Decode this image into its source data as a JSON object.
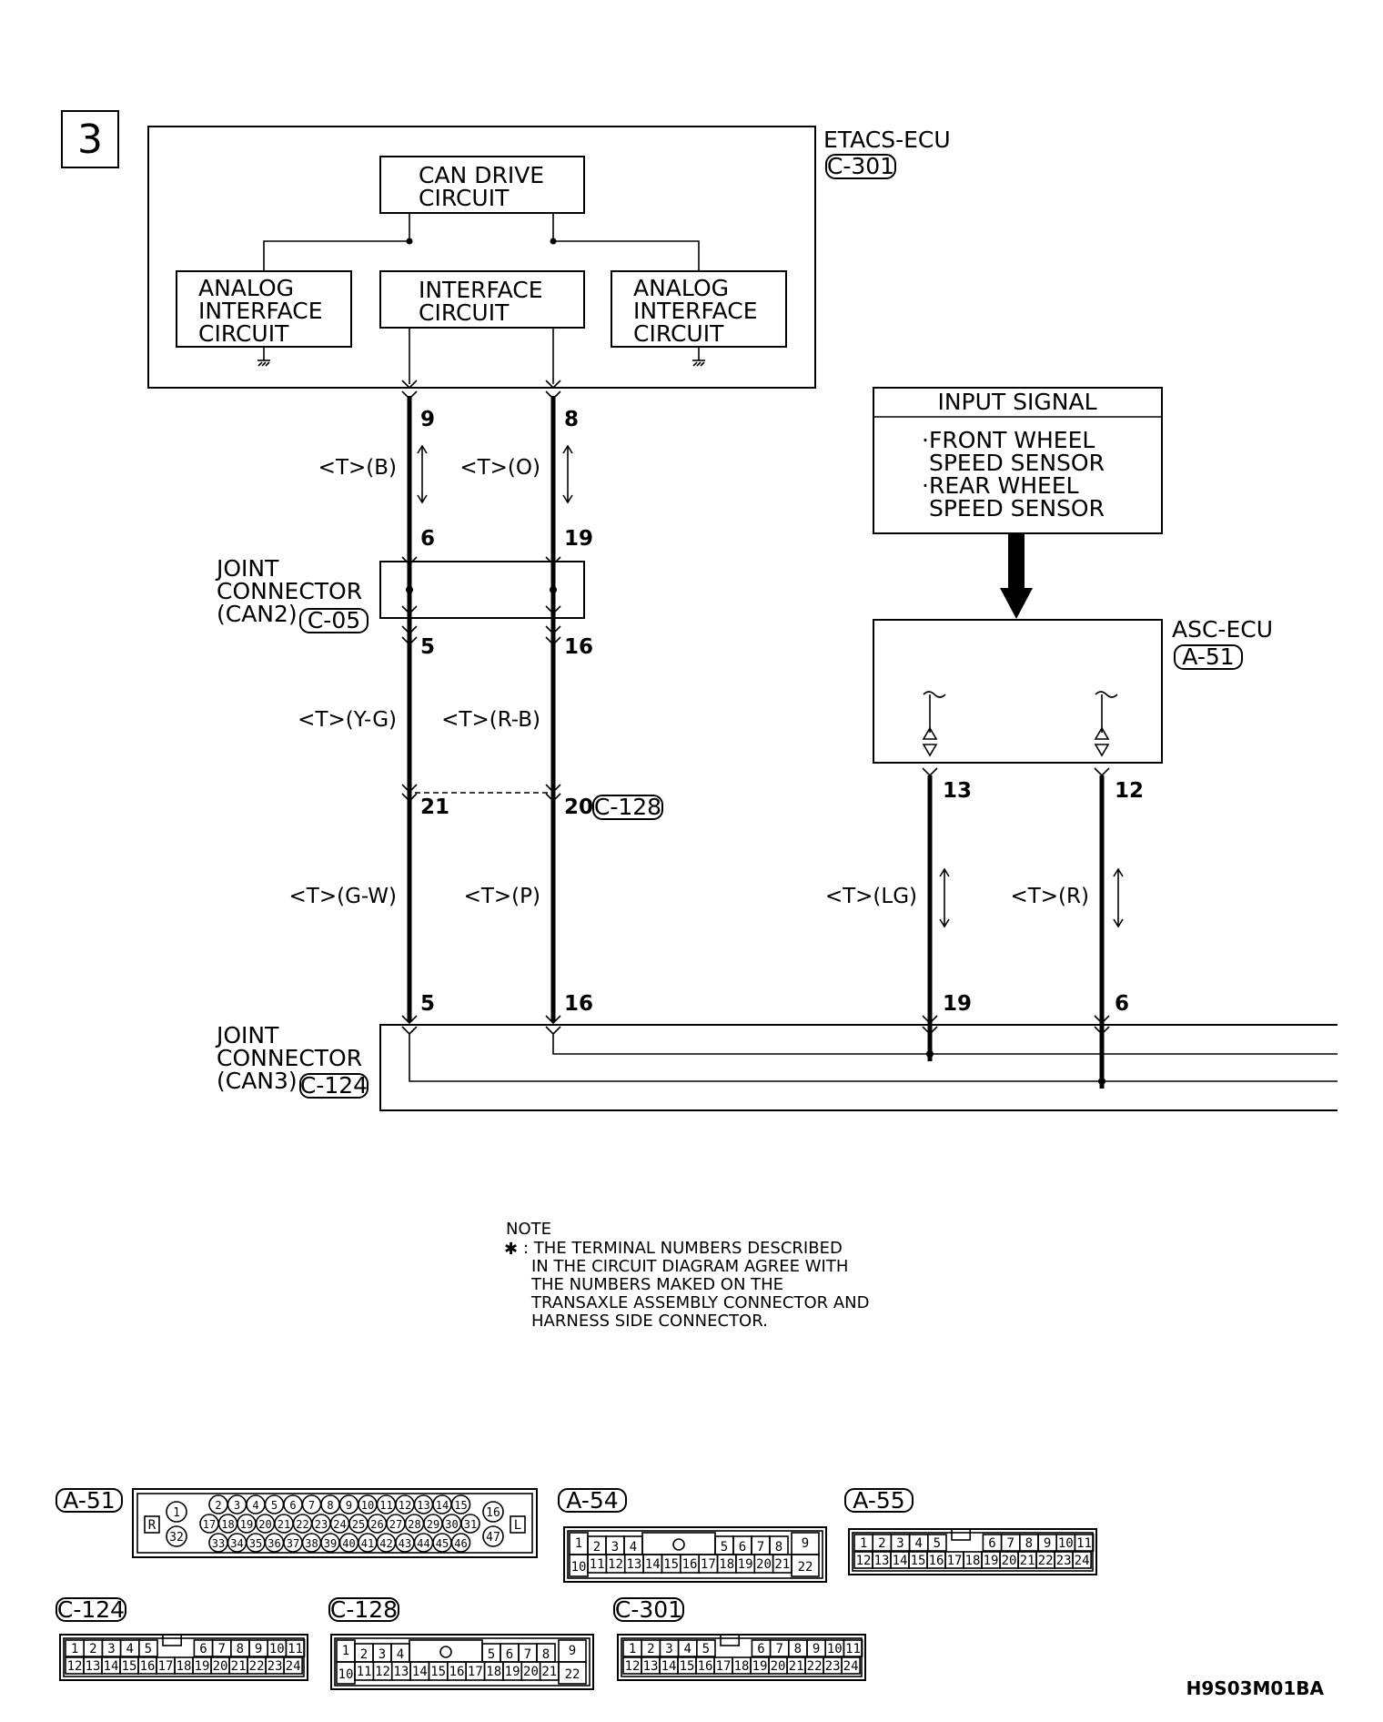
{
  "page_number": "3",
  "etacs": {
    "name": "ETACS-ECU",
    "connector": "C-301"
  },
  "blocks": {
    "can_drive": [
      "CAN DRIVE",
      "CIRCUIT"
    ],
    "analog_left": [
      "ANALOG",
      "INTERFACE",
      "CIRCUIT"
    ],
    "interface": [
      "INTERFACE",
      "CIRCUIT"
    ],
    "analog_right": [
      "ANALOG",
      "INTERFACE",
      "CIRCUIT"
    ]
  },
  "input_signal": {
    "title": "INPUT SIGNAL",
    "lines": [
      "·FRONT WHEEL",
      " SPEED SENSOR",
      "·REAR WHEEL",
      " SPEED SENSOR"
    ]
  },
  "asc": {
    "name": "ASC-ECU",
    "connector": "A-51"
  },
  "joint_can2": {
    "lines": [
      "JOINT",
      "CONNECTOR",
      "(CAN2)"
    ],
    "connector": "C-05"
  },
  "joint_can3": {
    "lines": [
      "JOINT",
      "CONNECTOR",
      "(CAN3)"
    ],
    "connector": "C-124"
  },
  "c128_label": "C-128",
  "pins": {
    "etacs_l": "9",
    "etacs_r": "8",
    "can2_top_l": "6",
    "can2_top_r": "19",
    "can2_bot_l": "5",
    "can2_bot_r": "16",
    "c128_l": "21",
    "c128_r": "20",
    "can3_l": "5",
    "can3_r": "16",
    "asc_l": "13",
    "asc_r": "12",
    "can3_asc_l": "19",
    "can3_asc_r": "6"
  },
  "wires": {
    "w1_l": "<T>(B)",
    "w1_r": "<T>(O)",
    "w2_l": "<T>(Y-G)",
    "w2_r": "<T>(R-B)",
    "w3_l": "<T>(G-W)",
    "w3_r": "<T>(P)",
    "w4_l": "<T>(LG)",
    "w4_r": "<T>(R)"
  },
  "note": {
    "title": "NOTE",
    "star": "✱",
    "lines": [
      ": THE TERMINAL NUMBERS DESCRIBED",
      "IN THE CIRCUIT DIAGRAM AGREE WITH",
      "THE NUMBERS MAKED ON THE",
      "TRANSAXLE ASSEMBLY CONNECTOR AND",
      "HARNESS SIDE CONNECTOR."
    ]
  },
  "connectors": {
    "a51": {
      "label": "A-51",
      "left_mark": "R",
      "right_mark": "L",
      "row1": [
        "2",
        "3",
        "4",
        "5",
        "6",
        "7",
        "8",
        "9",
        "10",
        "11",
        "12",
        "13",
        "14",
        "15"
      ],
      "row2": [
        "17",
        "18",
        "19",
        "20",
        "21",
        "22",
        "23",
        "24",
        "25",
        "26",
        "27",
        "28",
        "29",
        "30",
        "31"
      ],
      "row3": [
        "33",
        "34",
        "35",
        "36",
        "37",
        "38",
        "39",
        "40",
        "41",
        "42",
        "43",
        "44",
        "45",
        "46"
      ],
      "left_pins": [
        "1",
        "32"
      ],
      "right_pins": [
        "16",
        "47"
      ]
    },
    "a54": {
      "label": "A-54",
      "row1": [
        "1",
        "2",
        "3",
        "4",
        "5",
        "6",
        "7",
        "8",
        "9"
      ],
      "row2": [
        "10",
        "11",
        "12",
        "13",
        "14",
        "15",
        "16",
        "17",
        "18",
        "19",
        "20",
        "21",
        "22"
      ]
    },
    "a55": {
      "label": "A-55",
      "row1": [
        "1",
        "2",
        "3",
        "4",
        "5",
        "6",
        "7",
        "8",
        "9",
        "10",
        "11"
      ],
      "row2": [
        "12",
        "13",
        "14",
        "15",
        "16",
        "17",
        "18",
        "19",
        "20",
        "21",
        "22",
        "23",
        "24"
      ]
    },
    "c124": {
      "label": "C-124",
      "row1": [
        "1",
        "2",
        "3",
        "4",
        "5",
        "6",
        "7",
        "8",
        "9",
        "10",
        "11"
      ],
      "row2": [
        "12",
        "13",
        "14",
        "15",
        "16",
        "17",
        "18",
        "19",
        "20",
        "21",
        "22",
        "23",
        "24"
      ]
    },
    "c128": {
      "label": "C-128",
      "row1": [
        "1",
        "2",
        "3",
        "4",
        "5",
        "6",
        "7",
        "8",
        "9"
      ],
      "row2": [
        "10",
        "11",
        "12",
        "13",
        "14",
        "15",
        "16",
        "17",
        "18",
        "19",
        "20",
        "21",
        "22"
      ]
    },
    "c301": {
      "label": "C-301",
      "row1": [
        "1",
        "2",
        "3",
        "4",
        "5",
        "6",
        "7",
        "8",
        "9",
        "10",
        "11"
      ],
      "row2": [
        "12",
        "13",
        "14",
        "15",
        "16",
        "17",
        "18",
        "19",
        "20",
        "21",
        "22",
        "23",
        "24"
      ]
    }
  },
  "figure_code": "H9S03M01BA"
}
